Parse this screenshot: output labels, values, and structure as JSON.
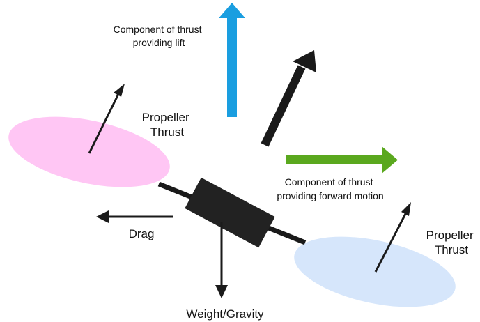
{
  "labels": {
    "lift_line1": "Component of thrust",
    "lift_line2": "providing lift",
    "thrust_left_line1": "Propeller",
    "thrust_left_line2": "Thrust",
    "forward_line1": "Component of thrust",
    "forward_line2": "providing forward motion",
    "thrust_right_line1": "Propeller",
    "thrust_right_line2": "Thrust",
    "drag": "Drag",
    "weight": "Weight/Gravity"
  },
  "colors": {
    "lift_arrow": "#1a9ee0",
    "forward_arrow": "#5aa81e",
    "propeller_left": "#ffc6f4",
    "propeller_right": "#d6e6fb",
    "body": "#222222",
    "force_arrows": "#1a1a1a"
  }
}
